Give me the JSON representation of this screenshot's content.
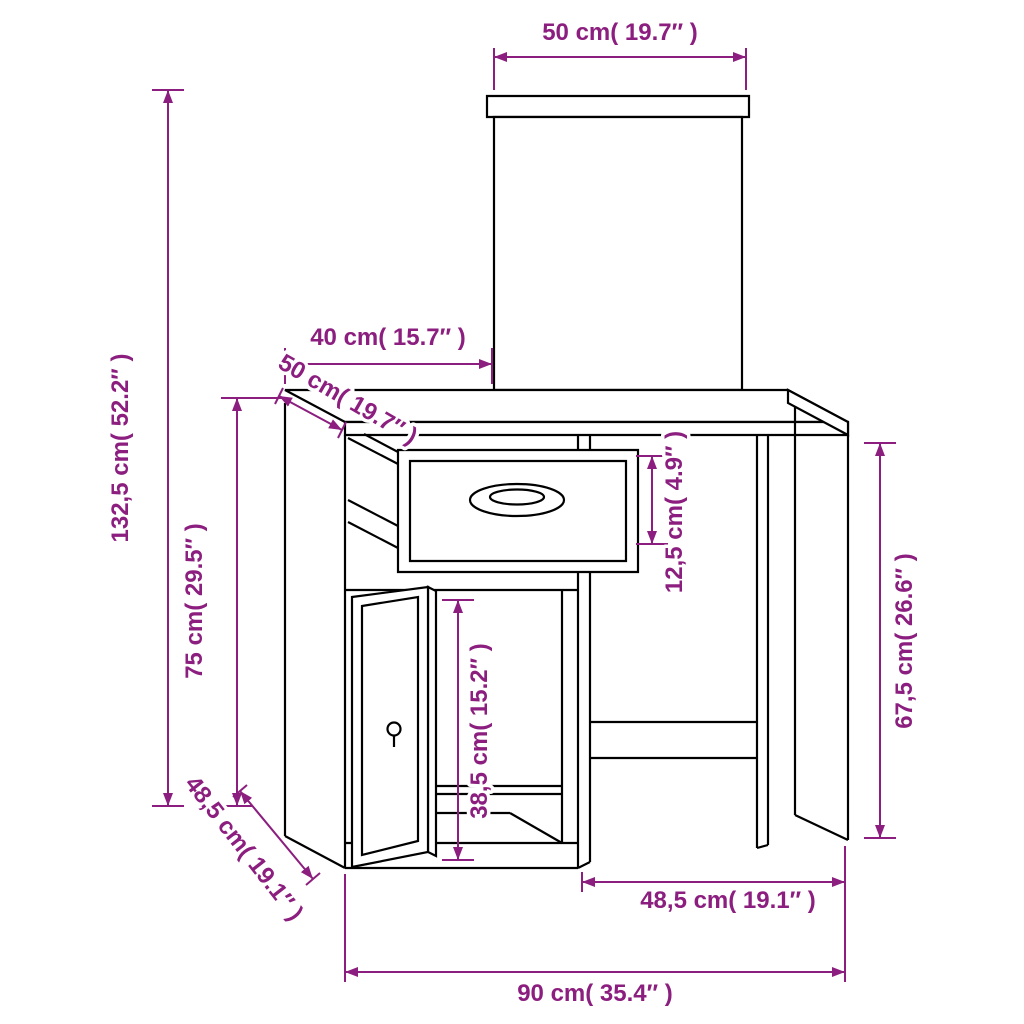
{
  "colors": {
    "accent": "#8B1E7E",
    "line": "#000000",
    "background": "#FFFFFF"
  },
  "dimensions": {
    "mirror_width": "50 cm( 19.7″ )",
    "cabinet_width": "40 cm( 15.7″ )",
    "top_depth": "50 cm( 19.7″ )",
    "total_height": "132,5 cm( 52.2″ )",
    "table_height": "75 cm( 29.5″ )",
    "drawer_height": "12,5 cm( 4.9″ )",
    "knee_height": "67,5 cm( 26.6″ )",
    "interior_height": "38,5 cm( 15.2″ )",
    "floor_depth": "48,5 cm( 19.1″ )",
    "right_section_width": "48,5 cm( 19.1″ )",
    "total_width": "90 cm( 35.4″ )"
  }
}
